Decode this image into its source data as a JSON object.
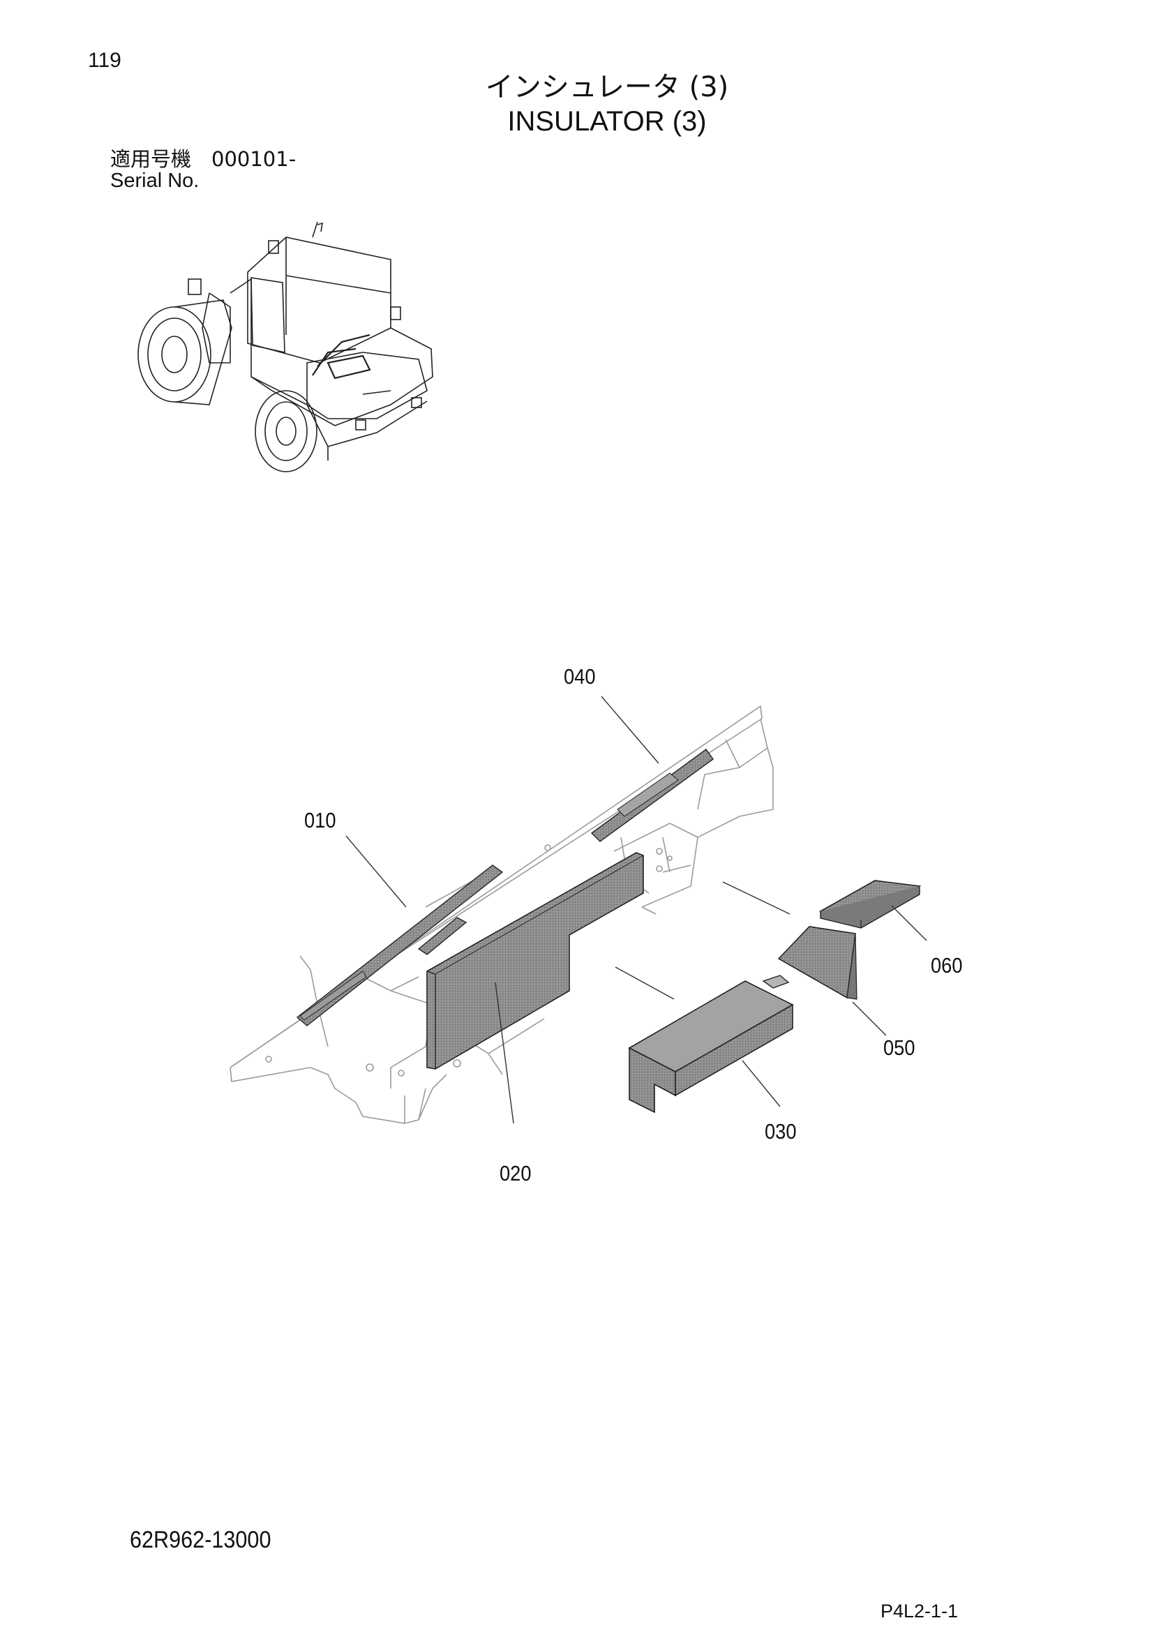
{
  "page": {
    "page_number": "119",
    "title_jp": "インシュレータ (3)",
    "title_en": "INSULATOR (3)",
    "serial_jp": "適用号機　000101-",
    "serial_en": "Serial No.",
    "part_number": "62R962-13000",
    "page_code": "P4L2-1-1"
  },
  "diagram": {
    "callouts": [
      {
        "id": "010",
        "label": "010"
      },
      {
        "id": "020",
        "label": "020"
      },
      {
        "id": "030",
        "label": "030"
      },
      {
        "id": "040",
        "label": "040"
      },
      {
        "id": "050",
        "label": "050"
      },
      {
        "id": "060",
        "label": "060"
      }
    ],
    "colors": {
      "line": "#222222",
      "faint_line": "#9a9a9a",
      "part_fill": "#8c8c8c",
      "part_fill_light": "#a9a9a9"
    }
  }
}
